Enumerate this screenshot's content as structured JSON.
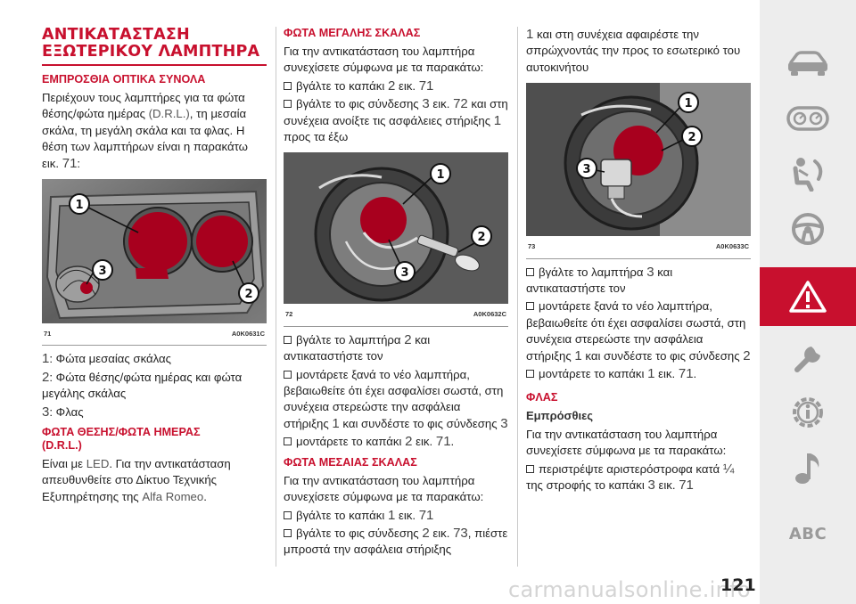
{
  "col1": {
    "title_line1": "ΑΝΤΙΚΑΤΑΣΤΑΣΗ",
    "title_line2": "ΕΞΩΤΕΡΙΚΟΥ ΛΑΜΠΤΗΡΑ",
    "heading": "ΕΜΠΡΟΣΘΙΑ ΟΠΤΙΚΑ ΣΥΝΟΛΑ",
    "intro_a": "Περιέχουν τους λαμπτήρες για τα φώτα θέσης/φώτα ημέρας ",
    "intro_drl": "(D.R.L.)",
    "intro_b": ", τη μεσαία σκάλα, τη μεγάλη σκάλα και τα φλας. Η θέση των λαμπτήρων είναι η παρακάτω εικ. ",
    "intro_ref": "71",
    "intro_end": ":",
    "fig_num": "71",
    "fig_code": "A0K0631C",
    "legend": [
      {
        "num": "1",
        "text": ": Φώτα μεσαίας σκάλας"
      },
      {
        "num": "2",
        "text": ": Φώτα θέσης/φώτα ημέρας και φώτα μεγάλης σκάλας"
      },
      {
        "num": "3",
        "text": ": Φλας"
      }
    ],
    "drl_heading_line1": "ΦΩΤΑ ΘΕΣΗΣ/ΦΩΤΑ ΗΜΕΡΑΣ",
    "drl_heading_line2": "(D.R.L.)",
    "drl_a": "Είναι με ",
    "drl_led": "LED",
    "drl_b": ". Για την αντικατάσταση απευθυνθείτε στο Δίκτυο Τεχνικής Εξυπηρέτησης της ",
    "drl_brand": "Alfa Romeo",
    "drl_end": "."
  },
  "col2": {
    "high_heading": "ΦΩΤΑ ΜΕΓΑΛΗΣ ΣΚΑΛΑΣ",
    "high_intro": "Για την αντικατάσταση του λαμπτήρα συνεχίσετε σύμφωνα με τα παρακάτω:",
    "high_step1_a": "βγάλτε το καπάκι ",
    "high_step1_n": "2",
    "high_step1_b": " εικ. ",
    "high_step1_r": "71",
    "high_step2_a": "βγάλτε το φις σύνδεσης ",
    "high_step2_n": "3",
    "high_step2_b": " εικ. ",
    "high_step2_r": "72",
    "high_step2_c": " και στη συνέχεια ανοίξτε τις ασφάλειες στήριξης ",
    "high_step2_n2": "1",
    "high_step2_d": " προς τα έξω",
    "fig_num": "72",
    "fig_code": "A0K0632C",
    "step3_a": "βγάλτε το λαμπτήρα ",
    "step3_n": "2",
    "step3_b": " και αντικαταστήστε τον",
    "step4_a": "μοντάρετε ξανά το νέο λαμπτήρα, βεβαιωθείτε ότι έχει ασφαλίσει σωστά, στη συνέχεια στερεώστε την ασφάλεια στήριξης ",
    "step4_n": "1",
    "step4_b": " και συνδέστε το φις σύνδεσης ",
    "step4_n2": "3",
    "step5_a": "μοντάρετε το καπάκι ",
    "step5_n": "2",
    "step5_b": " εικ. ",
    "step5_r": "71",
    "step5_end": ".",
    "low_heading": "ΦΩΤΑ ΜΕΣΑΙΑΣ ΣΚΑΛΑΣ",
    "low_intro": "Για την αντικατάσταση του λαμπτήρα συνεχίσετε σύμφωνα με τα παρακάτω:",
    "low_step1_a": "βγάλτε το καπάκι ",
    "low_step1_n": "1",
    "low_step1_b": " εικ. ",
    "low_step1_r": "71",
    "low_step2_a": "βγάλτε το φις σύνδεσης ",
    "low_step2_n": "2",
    "low_step2_b": " εικ. ",
    "low_step2_r": "73",
    "low_step2_c": ", πιέστε μπροστά την ασφάλεια στήριξης"
  },
  "col3": {
    "cont_n": "1",
    "cont_text": " και στη συνέχεια αφαιρέστε την σπρώχνοντάς την προς το εσωτερικό του αυτοκινήτου",
    "fig_num": "73",
    "fig_code": "A0K0633C",
    "step3_a": "βγάλτε το λαμπτήρα ",
    "step3_n": "3",
    "step3_b": " και αντικαταστήστε τον",
    "step4_a": "μοντάρετε ξανά το νέο λαμπτήρα, βεβαιωθείτε ότι έχει ασφαλίσει σωστά, στη συνέχεια στερεώστε την ασφάλεια στήριξης ",
    "step4_n": "1",
    "step4_b": " και συνδέστε το φις σύνδεσης ",
    "step4_n2": "2",
    "step5_a": "μοντάρετε το καπάκι ",
    "step5_n": "1",
    "step5_b": " εικ. ",
    "step5_r": "71",
    "step5_end": ".",
    "flash_heading": "ΦΛΑΣ",
    "flash_sub": "Εμπρόσθιες",
    "flash_intro": "Για την αντικατάσταση του λαμπτήρα συνεχίσετε σύμφωνα με τα παρακάτω:",
    "flash_step1_a": "περιστρέψτε αριστερόστροφα κατά ",
    "flash_step1_frac": "¼",
    "flash_step1_b": " της στροφής το καπάκι ",
    "flash_step1_n": "3",
    "flash_step1_c": " εικ. ",
    "flash_step1_r": "71"
  },
  "sidebar": {
    "icons": [
      "car-icon",
      "dashboard-gauges-icon",
      "seat-safety-icon",
      "steering-wheel-icon",
      "warning-triangle-icon",
      "wrench-icon",
      "gear-info-icon",
      "music-note-icon"
    ],
    "abc_label": "ABC",
    "active_color": "#c8102e"
  },
  "footer": {
    "page_number": "121",
    "watermark": "carmanualsonline.info"
  },
  "colors": {
    "accent": "#c8102e",
    "sidebar_bg": "#ededed",
    "sidebar_icon": "#9a9a9a"
  }
}
